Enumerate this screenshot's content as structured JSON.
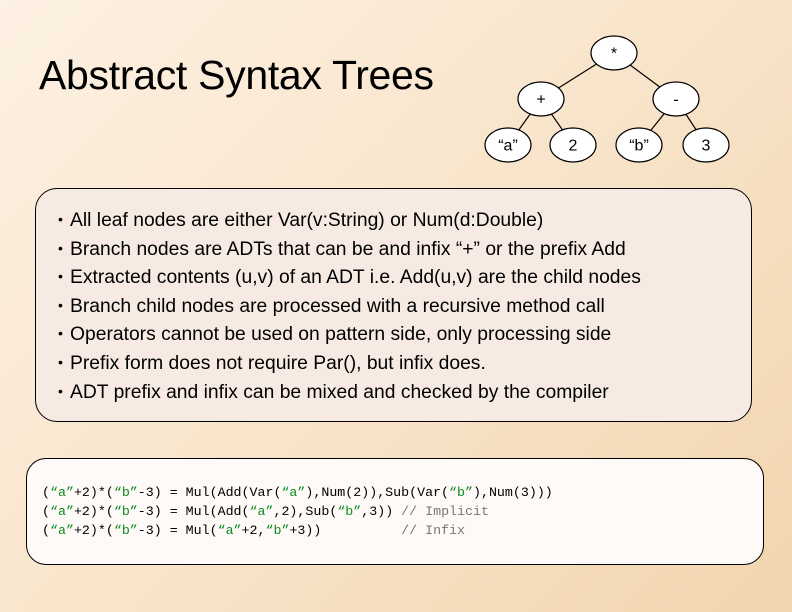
{
  "slide": {
    "title": "Abstract Syntax Trees"
  },
  "tree": {
    "nodes": [
      {
        "id": "n-mul",
        "label": "*"
      },
      {
        "id": "n-add",
        "label": "+"
      },
      {
        "id": "n-sub",
        "label": "-"
      },
      {
        "id": "n-a",
        "label": "“a”"
      },
      {
        "id": "n-2",
        "label": "2"
      },
      {
        "id": "n-b",
        "label": "“b”"
      },
      {
        "id": "n-3",
        "label": "3"
      }
    ],
    "edges": [
      [
        "n-mul",
        "n-add"
      ],
      [
        "n-mul",
        "n-sub"
      ],
      [
        "n-add",
        "n-a"
      ],
      [
        "n-add",
        "n-2"
      ],
      [
        "n-sub",
        "n-b"
      ],
      [
        "n-sub",
        "n-3"
      ]
    ]
  },
  "bullets": [
    "All leaf nodes are either Var(v:String) or Num(d:Double)",
    "Branch nodes are ADTs that can be and infix “+” or the prefix Add",
    "Extracted contents (u,v) of an ADT i.e. Add(u,v) are the child nodes",
    "Branch child nodes are processed with a recursive method call",
    "Operators cannot be used on pattern side, only processing side",
    "Prefix form does not require Par(), but infix does.",
    "ADT prefix and infix can be mixed and checked by the compiler"
  ],
  "code": [
    [
      {
        "t": "(",
        "c": "n"
      },
      {
        "t": "“a”",
        "c": "s"
      },
      {
        "t": "+2)*(",
        "c": "n"
      },
      {
        "t": "“b”",
        "c": "s"
      },
      {
        "t": "-3) = Mul(Add(Var(",
        "c": "n"
      },
      {
        "t": "“a”",
        "c": "s"
      },
      {
        "t": "),Num(2)),Sub(Var(",
        "c": "n"
      },
      {
        "t": "“b”",
        "c": "s"
      },
      {
        "t": "),Num(3)))",
        "c": "n"
      }
    ],
    [
      {
        "t": "(",
        "c": "n"
      },
      {
        "t": "“a”",
        "c": "s"
      },
      {
        "t": "+2)*(",
        "c": "n"
      },
      {
        "t": "“b”",
        "c": "s"
      },
      {
        "t": "-3) = Mul(Add(",
        "c": "n"
      },
      {
        "t": "“a”",
        "c": "s"
      },
      {
        "t": ",2),Sub(",
        "c": "n"
      },
      {
        "t": "“b”",
        "c": "s"
      },
      {
        "t": ",3)) ",
        "c": "n"
      },
      {
        "t": "// Implicit",
        "c": "c"
      }
    ],
    [
      {
        "t": "(",
        "c": "n"
      },
      {
        "t": "“a”",
        "c": "s"
      },
      {
        "t": "+2)*(",
        "c": "n"
      },
      {
        "t": "“b”",
        "c": "s"
      },
      {
        "t": "-3) = Mul(",
        "c": "n"
      },
      {
        "t": "“a”",
        "c": "s"
      },
      {
        "t": "+2,",
        "c": "n"
      },
      {
        "t": "“b”",
        "c": "s"
      },
      {
        "t": "+3))          ",
        "c": "n"
      },
      {
        "t": "// Infix",
        "c": "c"
      }
    ]
  ]
}
